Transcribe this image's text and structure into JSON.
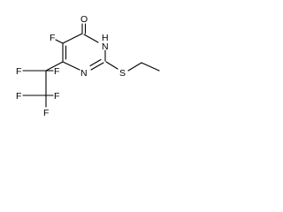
{
  "molecule": {
    "labels": {
      "o": "O",
      "nh_n": "N",
      "nh_h": "H",
      "n": "N",
      "s": "S",
      "f_ring": "F",
      "f_cf2_left": "F",
      "f_cf2_right": "F",
      "f_cf3_left": "F",
      "f_cf3_right": "F",
      "f_cf3_bottom": "F"
    }
  }
}
